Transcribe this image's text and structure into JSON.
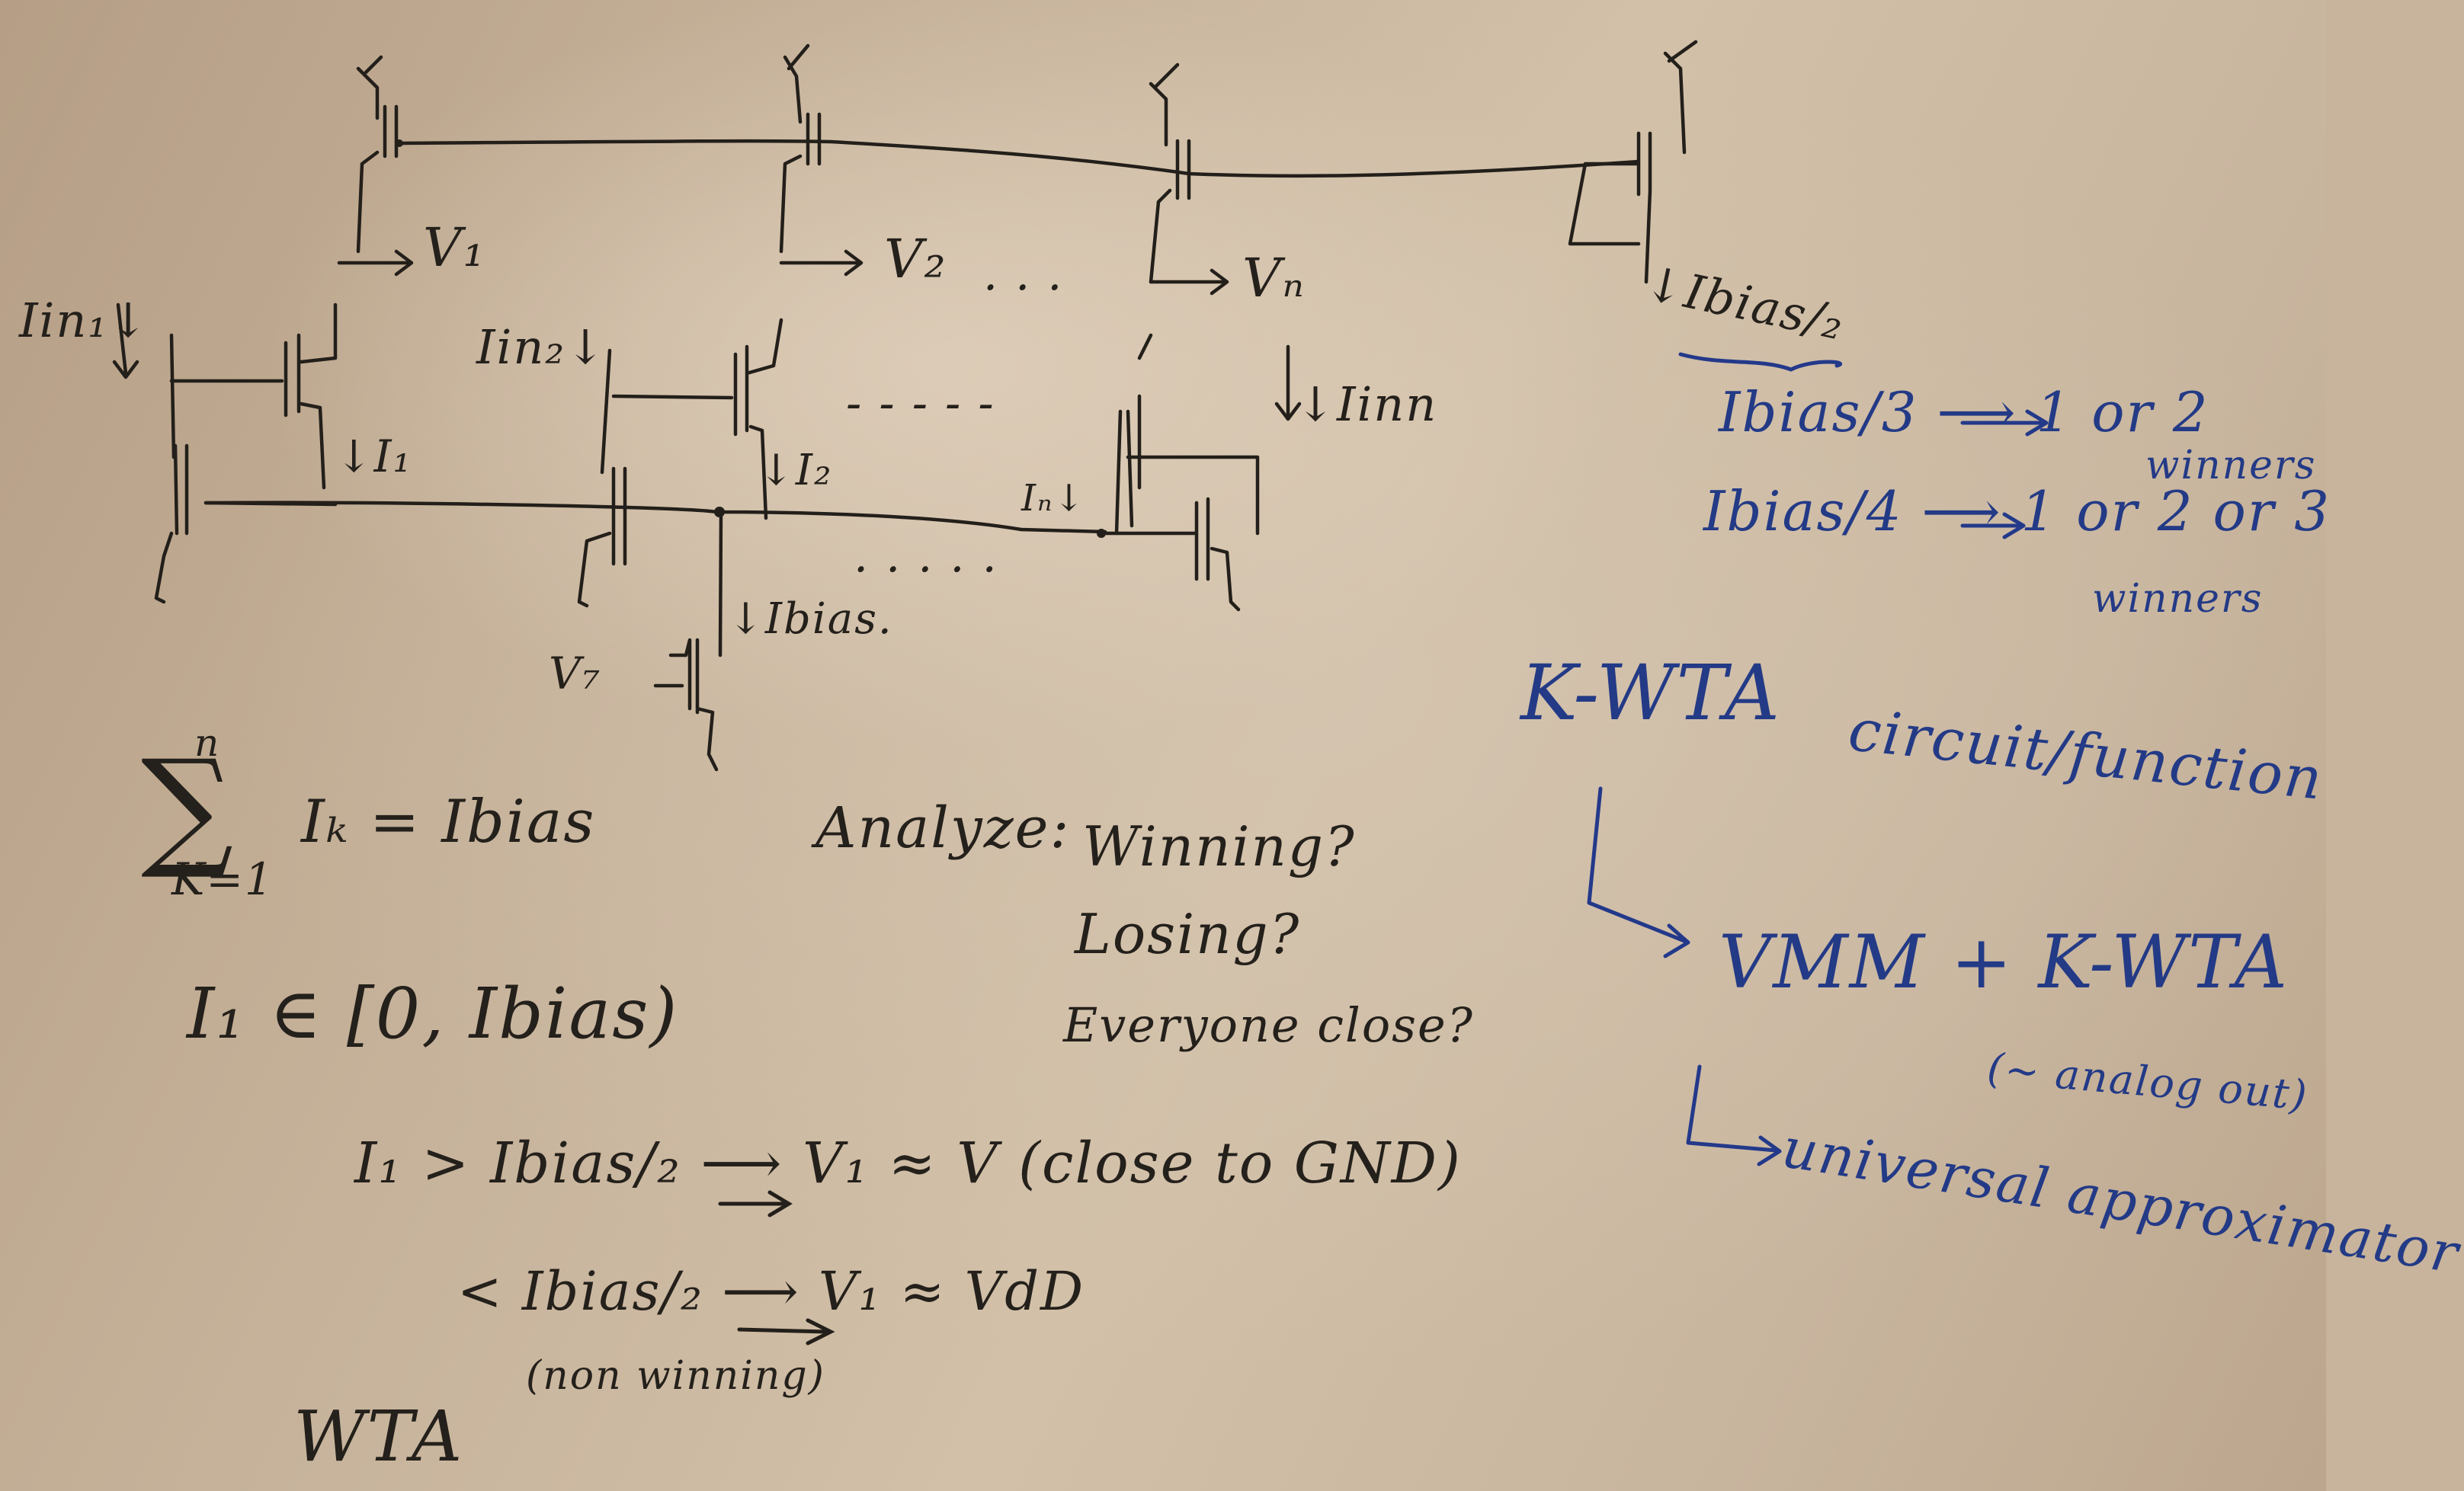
{
  "board": {
    "circuit_labels": {
      "v1": "V₁",
      "v2": "V₂",
      "dots_top": ". . .",
      "vn": "Vₙ",
      "ibias_half_top": "↓Ibias/₂",
      "iin1": "Iin₁↓",
      "iin2": "Iin₂↓",
      "dash_row": "- - - - -",
      "iinn": "↓Iinn",
      "i1": "↓I₁",
      "i2": "↓I₂",
      "in": "Iₙ↓",
      "dot_row": ". . . . .",
      "ibias": "↓Ibias.",
      "vt": "V₇"
    },
    "equations": {
      "sum_top": "n",
      "sum_symbol": "∑",
      "sum_bottom": "K=1",
      "sum_rhs": "Iₖ = Ibias",
      "range": "I₁ ∈ [0, Ibias)",
      "gt_line": "I₁ > Ibias/₂  ⟶  V₁ ≈ V  (close to GND)",
      "lt_line": "< Ibias/₂  ⟶  V₁ ≈ VdD",
      "non_winning": "(non winning)",
      "wta": "WTA"
    },
    "analyze": {
      "label": "Analyze:",
      "items": [
        "Winning?",
        "Losing?",
        "Everyone close?"
      ]
    },
    "right_notes": {
      "ibias3": "Ibias/3  ⟶  1 or 2",
      "ibias3_b": "winners",
      "ibias4": "Ibias/4  ⟶  1 or 2 or 3",
      "ibias4_b": "winners",
      "kwta": "K-WTA",
      "kwta_desc": "circuit/function",
      "vmm": "VMM + K-WTA",
      "analog_out": "(~ analog out)",
      "universal": "universal approximator"
    },
    "colors": {
      "board": "#c8b49c",
      "black_marker": "#24201b",
      "blue_marker": "#233a86"
    }
  }
}
